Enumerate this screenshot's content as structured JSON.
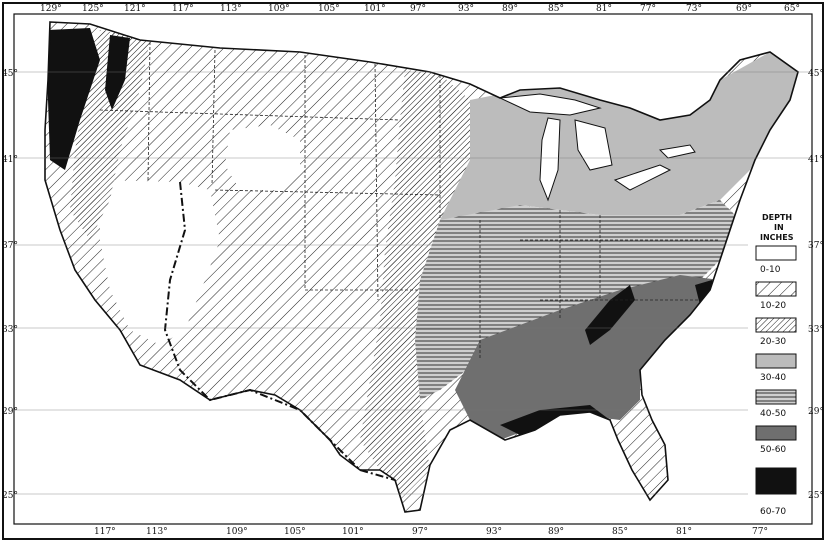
{
  "map": {
    "legend": {
      "title_lines": [
        "DEPTH",
        "IN",
        "INCHES"
      ],
      "classes": [
        {
          "range": "0-10",
          "pattern": "blank"
        },
        {
          "range": "10-20",
          "pattern": "sparse-diagonal"
        },
        {
          "range": "20-30",
          "pattern": "dense-diagonal"
        },
        {
          "range": "30-40",
          "pattern": "light-gray"
        },
        {
          "range": "40-50",
          "pattern": "horizontal-lines"
        },
        {
          "range": "50-60",
          "pattern": "dark-gray"
        },
        {
          "range": "60-70",
          "pattern": "black"
        }
      ]
    },
    "longitudes_top": [
      "129°",
      "125°",
      "121°",
      "117°",
      "113°",
      "109°",
      "105°",
      "101°",
      "97°",
      "93°",
      "89°",
      "85°",
      "81°",
      "77°",
      "73°",
      "69°",
      "65°"
    ],
    "longitudes_bottom": [
      "117°",
      "113°",
      "109°",
      "105°",
      "101°",
      "97°",
      "93°",
      "89°",
      "85°",
      "81°",
      "77°"
    ],
    "latitudes_left": [
      "45°",
      "41°",
      "37°",
      "33°",
      "29°",
      "25°"
    ],
    "latitudes_right": [
      "45°",
      "41°",
      "37°",
      "33°",
      "29°",
      "25°"
    ],
    "colors": {
      "ink": "#111111",
      "light_gray": "#bdbdbd",
      "mid_gray": "#8e8e8e",
      "dark_gray": "#6b6b6b",
      "black": "#111111"
    }
  }
}
